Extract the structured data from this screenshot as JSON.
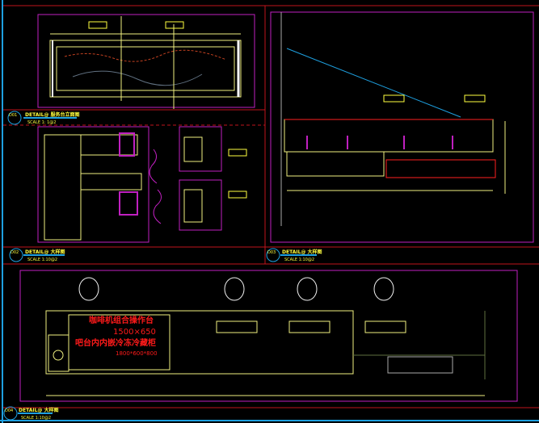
{
  "panels": [
    {
      "id": "D01",
      "title": "DETAIL@ 服务台立面图",
      "scale": "SCALE 1: 1@2"
    },
    {
      "id": "D02",
      "title": "DETAIL@ 大样图",
      "scale": "SCALE 1:10@2"
    },
    {
      "id": "D03",
      "title": "DETAIL@ 大样图",
      "scale": "SCALE 1:10@2"
    },
    {
      "id": "D04",
      "title": "DETAIL@ 大样图",
      "scale": "SCALE 1:10@2"
    }
  ],
  "annotations": {
    "coffee_station": "咖啡机组合操作台",
    "coffee_station_size": "1500×650",
    "fridge": "吧台内内嵌冷冻冷藏柜",
    "fridge_size": "1800*600*800"
  },
  "colors": {
    "frame": "#c0151b",
    "border": "#1ea0e0",
    "outline": "#c020c0",
    "line": "#f0f080",
    "text": "#ffff40",
    "red_text": "#ff1a1a"
  }
}
